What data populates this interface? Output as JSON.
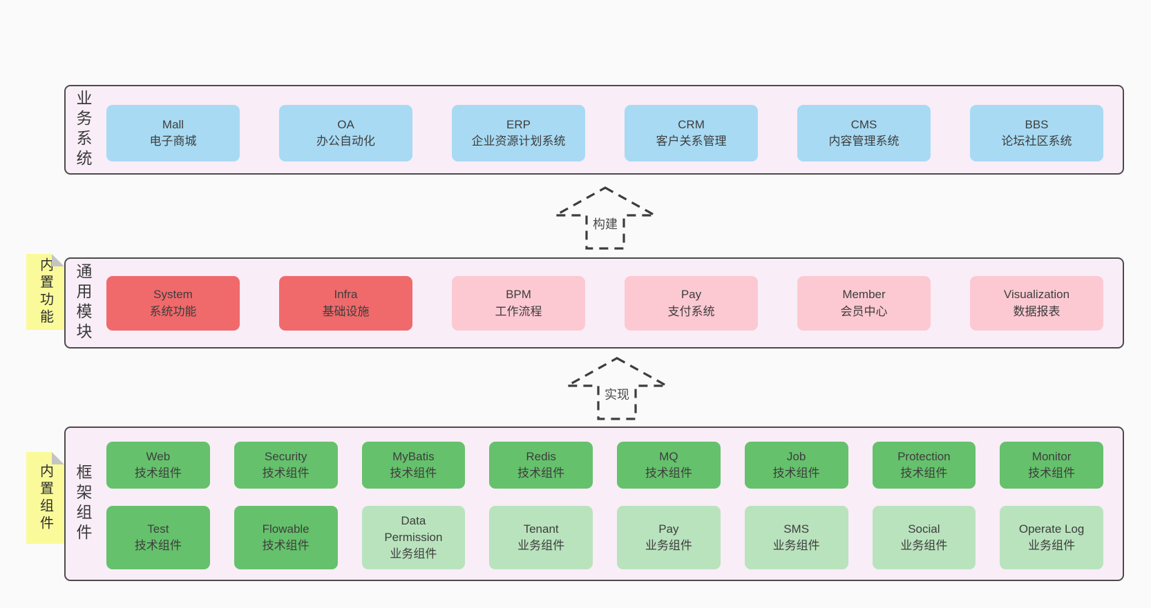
{
  "colors": {
    "page_bg": "#fafafa",
    "layer_bg": "#f9eef7",
    "layer_border": "#4a4a4a",
    "box_blue": "#a8dbf3",
    "box_red": "#f0696b",
    "box_pink": "#fcc8d2",
    "box_green": "#66c16c",
    "box_green_light": "#b9e3bd",
    "sticky_note": "#fafa9b",
    "note_fold": "#c4c4c4"
  },
  "arrows": {
    "build_label": "构建",
    "implement_label": "实现"
  },
  "layers": {
    "business": {
      "title": "业务系统",
      "boxes": [
        {
          "en": "Mall",
          "zh": "电子商城"
        },
        {
          "en": "OA",
          "zh": "办公自动化"
        },
        {
          "en": "ERP",
          "zh": "企业资源计划系统"
        },
        {
          "en": "CRM",
          "zh": "客户关系管理"
        },
        {
          "en": "CMS",
          "zh": "内容管理系统"
        },
        {
          "en": "BBS",
          "zh": "论坛社区系统"
        }
      ]
    },
    "modules": {
      "title": "通用模块",
      "note": "内置功能",
      "boxes": [
        {
          "en": "System",
          "zh": "系统功能"
        },
        {
          "en": "Infra",
          "zh": "基础设施"
        },
        {
          "en": "BPM",
          "zh": "工作流程"
        },
        {
          "en": "Pay",
          "zh": "支付系统"
        },
        {
          "en": "Member",
          "zh": "会员中心"
        },
        {
          "en": "Visualization",
          "zh": "数据报表"
        }
      ]
    },
    "components": {
      "title": "框架组件",
      "note": "内置组件",
      "boxes": [
        {
          "en": "Web",
          "zh": "技术组件"
        },
        {
          "en": "Security",
          "zh": "技术组件"
        },
        {
          "en": "MyBatis",
          "zh": "技术组件"
        },
        {
          "en": "Redis",
          "zh": "技术组件"
        },
        {
          "en": "MQ",
          "zh": "技术组件"
        },
        {
          "en": "Job",
          "zh": "技术组件"
        },
        {
          "en": "Protection",
          "zh": "技术组件"
        },
        {
          "en": "Monitor",
          "zh": "技术组件"
        },
        {
          "en": "Test",
          "zh": "技术组件"
        },
        {
          "en": "Flowable",
          "zh": "技术组件"
        },
        {
          "en": "Data\nPermission",
          "zh": "业务组件"
        },
        {
          "en": "Tenant",
          "zh": "业务组件"
        },
        {
          "en": "Pay",
          "zh": "业务组件"
        },
        {
          "en": "SMS",
          "zh": "业务组件"
        },
        {
          "en": "Social",
          "zh": "业务组件"
        },
        {
          "en": "Operate Log",
          "zh": "业务组件"
        }
      ]
    }
  }
}
